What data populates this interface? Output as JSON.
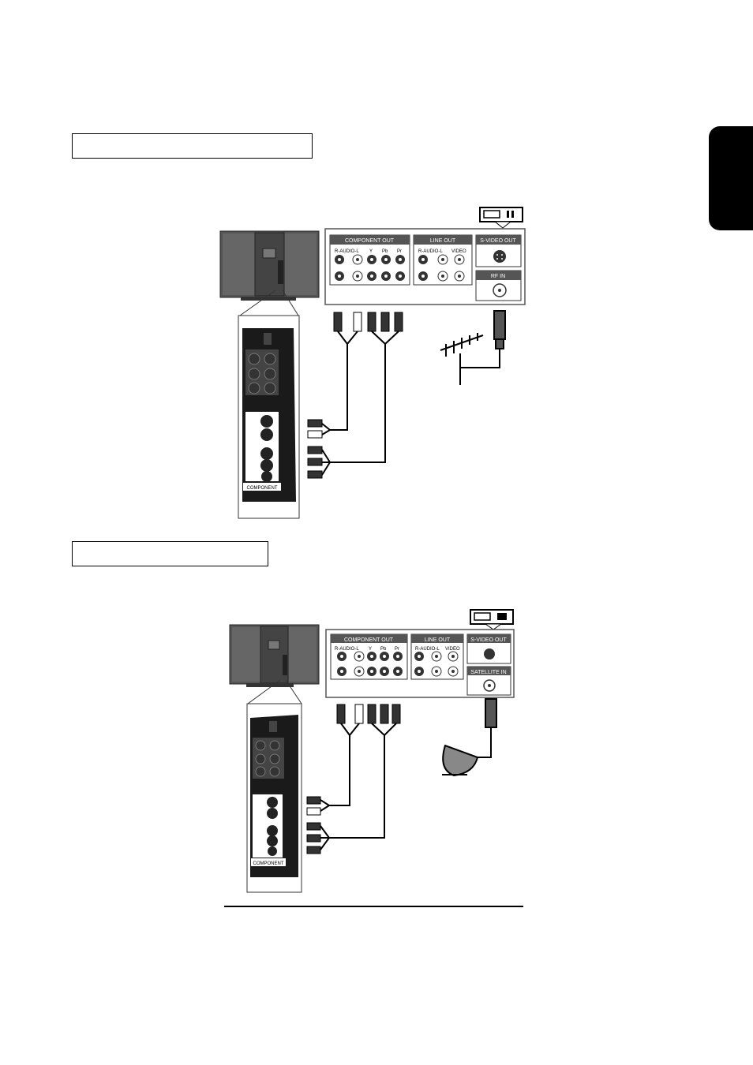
{
  "page": {
    "side_tab_color": "#000000"
  },
  "diagram1": {
    "source_panel": {
      "component_out": "COMPONENT OUT",
      "line_out": "LINE OUT",
      "svideo_out": "S-VIDEO OUT",
      "rf_in": "RF IN",
      "jack_labels": [
        "R-AUDIO-L",
        "Y",
        "Pb",
        "Pr"
      ],
      "line_jack_labels": [
        "R-AUDIO-L",
        "VIDEO"
      ]
    },
    "tv_panel": {
      "component_label": "COMPONENT"
    },
    "antenna": "antenna-icon"
  },
  "diagram2": {
    "source_panel": {
      "component_out": "COMPONENT OUT",
      "line_out": "LINE OUT",
      "svideo_out": "S-VIDEO OUT",
      "satellite_in": "SATELLITE IN",
      "jack_labels": [
        "R-AUDIO-L",
        "Y",
        "Pb",
        "Pr"
      ],
      "line_jack_labels": [
        "R-AUDIO-L",
        "VIDEO"
      ]
    },
    "tv_panel": {
      "component_label": "COMPONENT"
    },
    "dish": "satellite-dish-icon"
  }
}
